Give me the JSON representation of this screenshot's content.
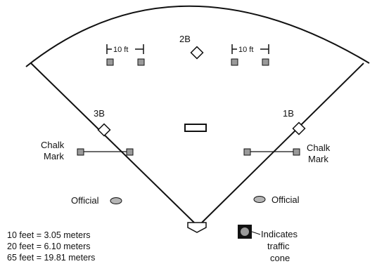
{
  "labels": {
    "second_base": "2B",
    "third_base": "3B",
    "first_base": "1B",
    "spacing_left": "10 ft",
    "spacing_right": "10 ft",
    "chalk_mark_left_line1": "Chalk",
    "chalk_mark_left_line2": "Mark",
    "chalk_mark_right_line1": "Chalk",
    "chalk_mark_right_line2": "Mark",
    "official_left": "Official",
    "official_right": "Official"
  },
  "legend": {
    "line1": "Indicates",
    "line2": "traffic",
    "line3": "cone"
  },
  "conversions": [
    "10 feet = 3.05 meters",
    "20 feet = 6.10 meters",
    "65 feet = 19.81 meters"
  ],
  "colors": {
    "line": "#111111",
    "cone_fill": "#9a9a9a",
    "official_fill": "#b5b5b5",
    "legend_box": "#111111"
  }
}
